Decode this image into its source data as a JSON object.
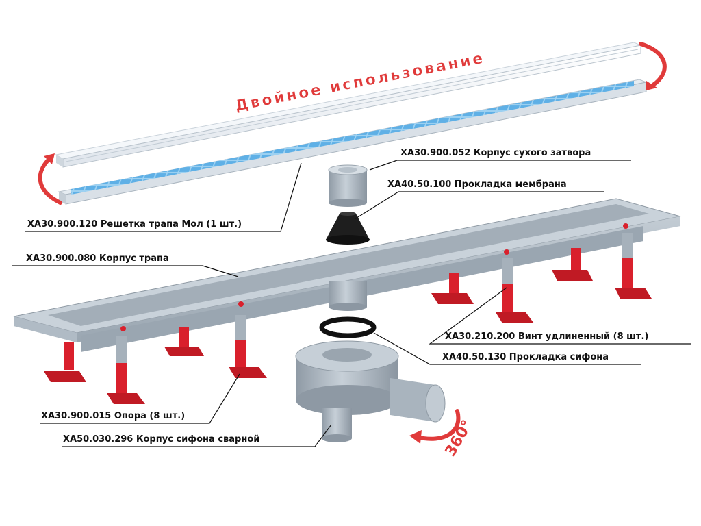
{
  "headline": "Двойное использование",
  "rotation_label": "360°",
  "colors": {
    "accent": "#e03a3a",
    "support_red": "#d9202c",
    "grate_blue": "#6db8e8",
    "body_gray": "#a9b4be",
    "label_text": "#111111"
  },
  "labels": [
    {
      "id": "dry-trap-body",
      "text": "ХА30.900.052 Корпус сухого затвора"
    },
    {
      "id": "membrane-gasket",
      "text": "ХА40.50.100 Прокладка мембрана"
    },
    {
      "id": "grate",
      "text": "ХА30.900.120 Решетка трапа Мол (1 шт.)"
    },
    {
      "id": "drain-body",
      "text": "ХА30.900.080 Корпус трапа"
    },
    {
      "id": "extended-screw",
      "text": "ХА30.210.200 Винт удлиненный (8 шт.)"
    },
    {
      "id": "siphon-gasket",
      "text": "ХА40.50.130 Прокладка сифона"
    },
    {
      "id": "support",
      "text": "ХА30.900.015 Опора (8 шт.)"
    },
    {
      "id": "siphon-body",
      "text": "ХА50.030.296 Корпус сифона сварной"
    }
  ]
}
